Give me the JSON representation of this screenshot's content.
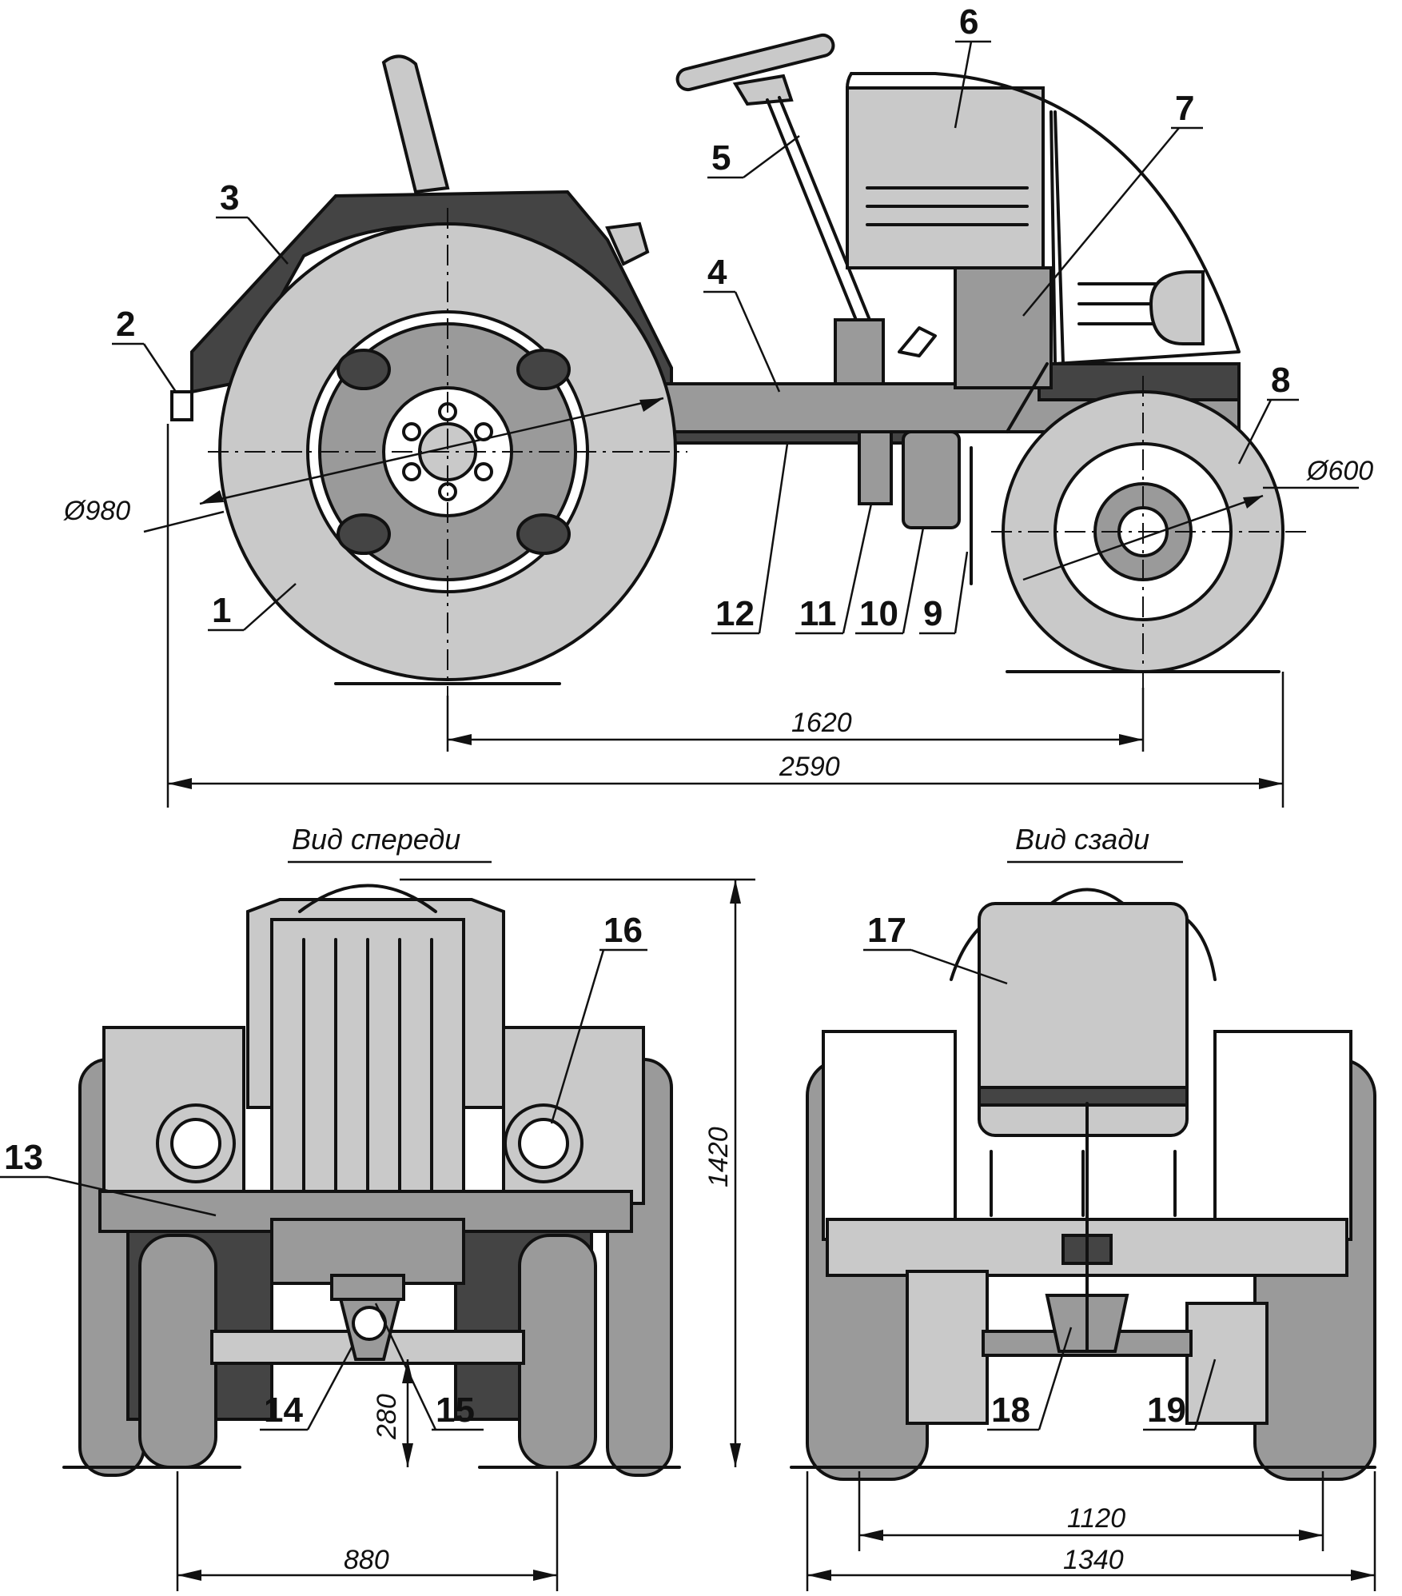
{
  "views": {
    "front_title": "Вид спереди",
    "rear_title": "Вид сзади"
  },
  "dimensions": {
    "rear_wheel_diameter": "Ø980",
    "front_wheel_diameter": "Ø600",
    "wheelbase": "1620",
    "overall_length": "2590",
    "overall_height": "1420",
    "ground_clearance": "280",
    "front_track": "880",
    "rear_track_inner": "1120",
    "rear_track_outer": "1340"
  },
  "callouts": [
    "1",
    "2",
    "3",
    "4",
    "5",
    "6",
    "7",
    "8",
    "9",
    "10",
    "11",
    "12",
    "13",
    "14",
    "15",
    "16",
    "17",
    "18",
    "19"
  ]
}
